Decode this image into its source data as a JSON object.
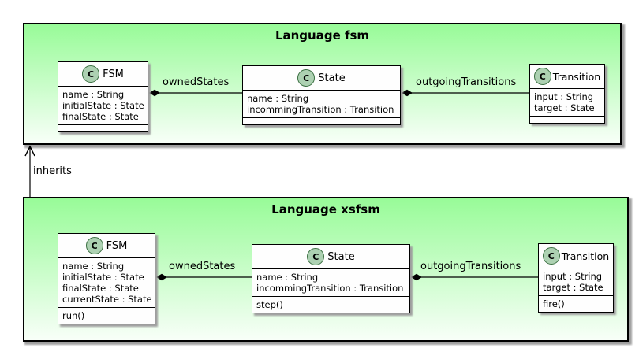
{
  "colors": {
    "package_gradient_top": "#98fb98",
    "package_gradient_bottom": "#f8fff8",
    "class_box_background": "#fefefe",
    "border": "#000000",
    "shadow": "#9e9e9e",
    "circle_fill": "#add1b2",
    "circle_border": "#3a6f41"
  },
  "packages": [
    {
      "title": "Language fsm",
      "classes": [
        {
          "icon": "C",
          "name": "FSM",
          "attributes": [
            "name : String",
            "initialState : State",
            "finalState : State"
          ],
          "methods": []
        },
        {
          "icon": "C",
          "name": "State",
          "attributes": [
            "name : String",
            "incommingTransition : Transition"
          ],
          "methods": []
        },
        {
          "icon": "C",
          "name": "Transition",
          "attributes": [
            "input : String",
            "target : State"
          ],
          "methods": []
        }
      ],
      "edge_labels": [
        "ownedStates",
        "outgoingTransitions"
      ]
    },
    {
      "title": "Language xsfsm",
      "classes": [
        {
          "icon": "C",
          "name": "FSM",
          "attributes": [
            "name : String",
            "initialState : State",
            "finalState : State",
            "currentState : State"
          ],
          "methods": [
            "run()"
          ]
        },
        {
          "icon": "C",
          "name": "State",
          "attributes": [
            "name : String",
            "incommingTransition : Transition"
          ],
          "methods": [
            "step()"
          ]
        },
        {
          "icon": "C",
          "name": "Transition",
          "attributes": [
            "input : String",
            "target : State"
          ],
          "methods": [
            "fire()"
          ]
        }
      ],
      "edge_labels": [
        "ownedStates",
        "outgoingTransitions"
      ]
    }
  ],
  "relations": [
    {
      "label": "inherits",
      "type": "inheritance-arrow"
    }
  ]
}
